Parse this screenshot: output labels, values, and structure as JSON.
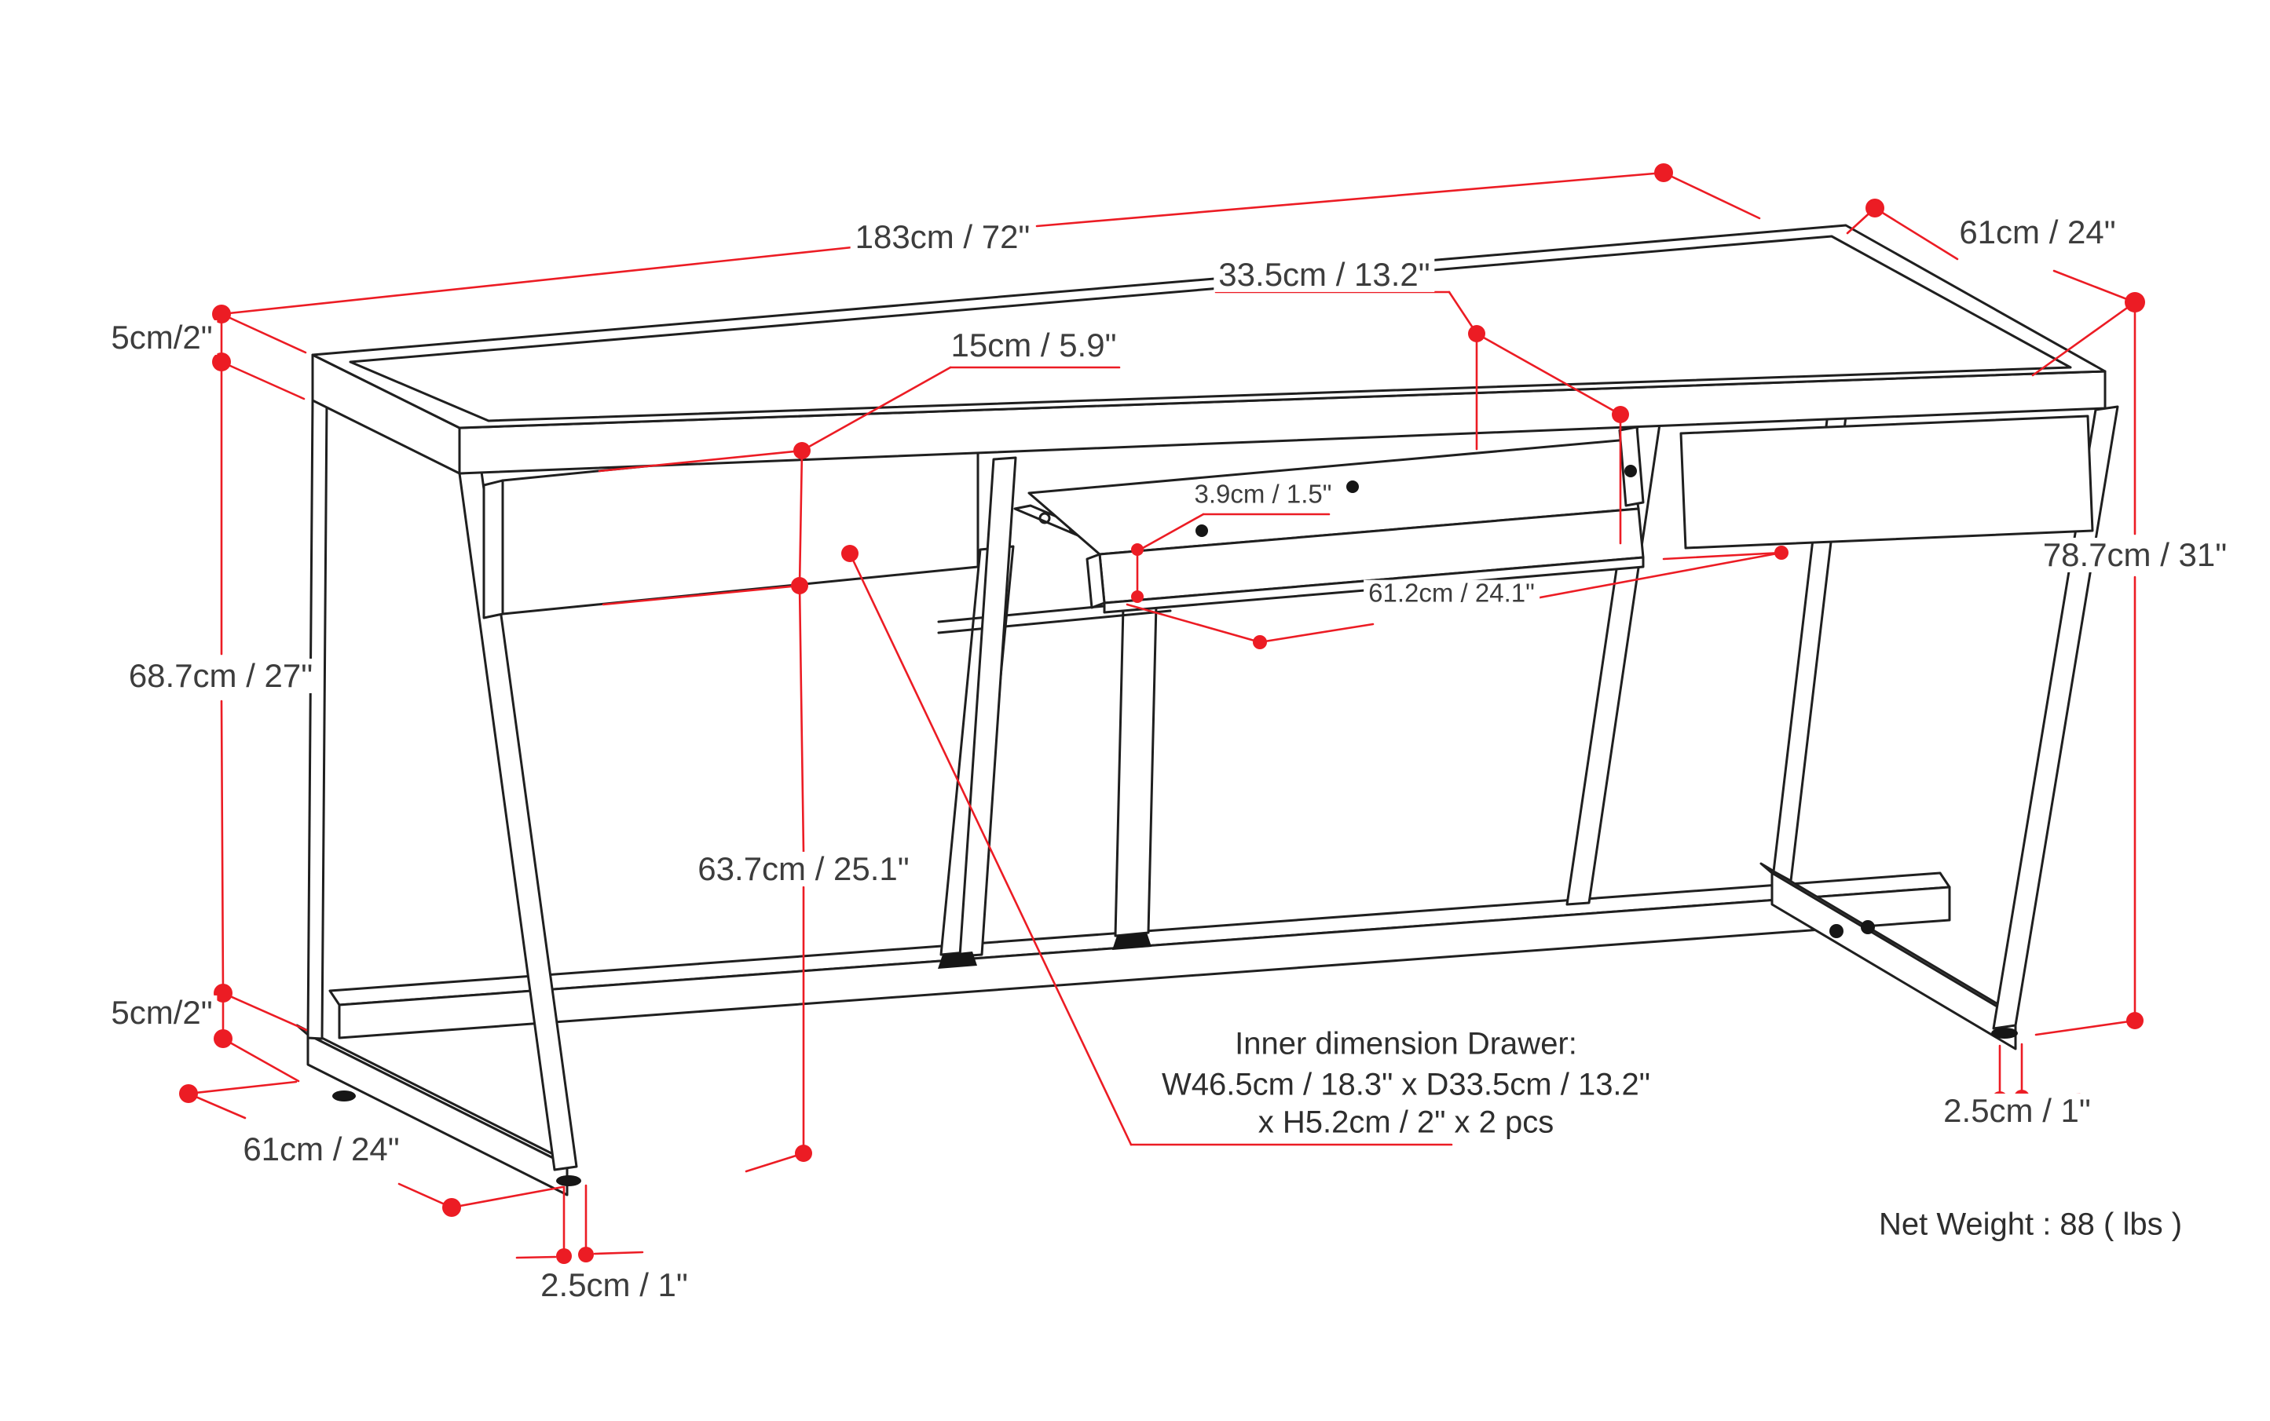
{
  "diagram": {
    "type": "furniture-dimension-drawing",
    "subject": "desk with keyboard tray and two drawers",
    "colors": {
      "background": "#ffffff",
      "line_black": "#1f1f1f",
      "dimension_red": "#ec1c24",
      "text": "#3d3d3d"
    },
    "labels": {
      "top_width": "183cm / 72\"",
      "top_depth": "61cm / 24\"",
      "top_thickness": "5cm/2\"",
      "opening_depth": "33.5cm / 13.2\"",
      "drawer_height": "15cm / 5.9\"",
      "tray_thickness": "3.9cm / 1.5\"",
      "tray_width": "61.2cm / 24.1\"",
      "total_height": "78.7cm / 31\"",
      "knee_clearance": "68.7cm / 27\"",
      "under_drawer_clearance": "63.7cm / 25.1\"",
      "base_thickness": "5cm/2\"",
      "base_depth": "61cm / 24\"",
      "foot_height_left": "2.5cm / 1\"",
      "foot_height_right": "2.5cm / 1\""
    },
    "notes": {
      "inner_drawer_line1": "Inner dimension Drawer:",
      "inner_drawer_line2": "W46.5cm / 18.3\" x D33.5cm / 13.2\"",
      "inner_drawer_line3": "x H5.2cm / 2\" x 2 pcs",
      "net_weight": "Net Weight : 88 ( lbs )"
    }
  }
}
